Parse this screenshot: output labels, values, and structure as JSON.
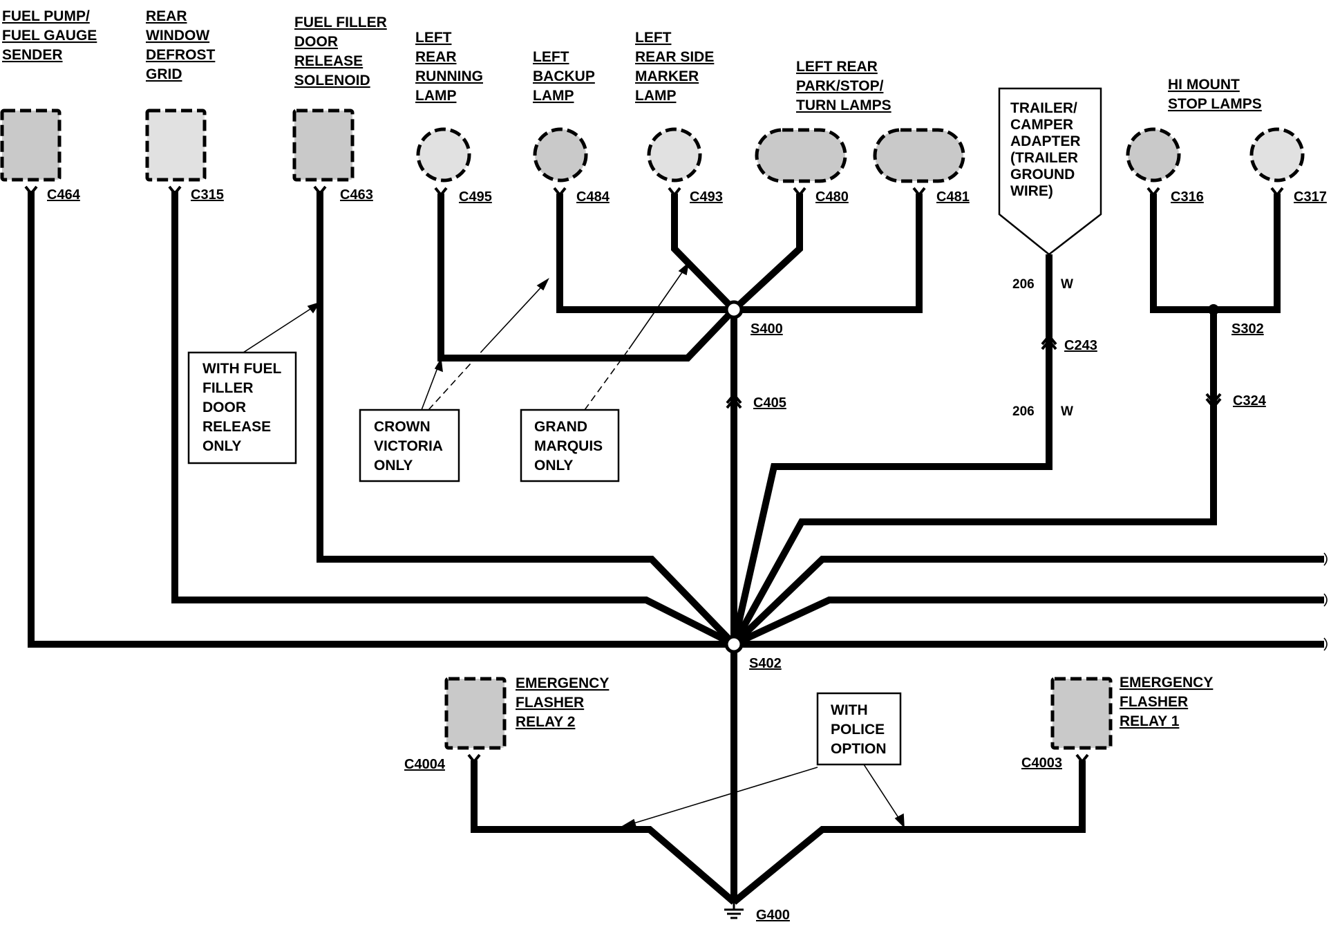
{
  "components": {
    "fuel_pump": [
      "FUEL PUMP/",
      "FUEL GAUGE",
      "SENDER"
    ],
    "rear_defrost": [
      "REAR",
      "WINDOW",
      "DEFROST",
      "GRID"
    ],
    "fuel_filler": [
      "FUEL FILLER",
      "DOOR",
      "RELEASE",
      "SOLENOID"
    ],
    "left_running": [
      "LEFT",
      "REAR",
      "RUNNING",
      "LAMP"
    ],
    "left_backup": [
      "LEFT",
      "BACKUP",
      "LAMP"
    ],
    "left_side_marker": [
      "LEFT",
      "REAR SIDE",
      "MARKER",
      "LAMP"
    ],
    "left_park": [
      "LEFT REAR",
      "PARK/STOP/",
      "TURN LAMPS"
    ],
    "trailer": [
      "TRAILER/",
      "CAMPER",
      "ADAPTER",
      "(TRAILER",
      "GROUND",
      "WIRE)"
    ],
    "hi_mount": [
      "HI MOUNT",
      "STOP LAMPS"
    ],
    "flasher2": [
      "EMERGENCY",
      "FLASHER",
      "RELAY 2"
    ],
    "flasher1": [
      "EMERGENCY",
      "FLASHER",
      "RELAY 1"
    ]
  },
  "connectors": {
    "c464": "C464",
    "c315": "C315",
    "c463": "C463",
    "c495": "C495",
    "c484": "C484",
    "c493": "C493",
    "c480": "C480",
    "c481": "C481",
    "c316": "C316",
    "c317": "C317",
    "c243": "C243",
    "c405": "C405",
    "c324": "C324",
    "c4004": "C4004",
    "c4003": "C4003"
  },
  "splices": {
    "s400": "S400",
    "s402": "S402",
    "s302": "S302"
  },
  "ground": "G400",
  "wires": {
    "circuit": "206",
    "color": "W"
  },
  "notes": {
    "fuel_filler_only": [
      "WITH FUEL",
      "FILLER",
      "DOOR",
      "RELEASE",
      "ONLY"
    ],
    "crown_victoria": [
      "CROWN",
      "VICTORIA",
      "ONLY"
    ],
    "grand_marquis": [
      "GRAND",
      "MARQUIS",
      "ONLY"
    ],
    "police": [
      "WITH",
      "POLICE",
      "OPTION"
    ]
  }
}
